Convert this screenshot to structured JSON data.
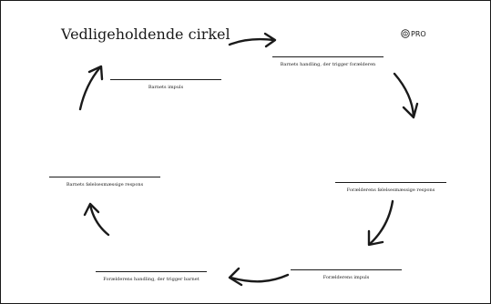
{
  "title": "Vedligeholdende cirkel",
  "logo": {
    "icon": "brain-circle-icon",
    "text": "PRO"
  },
  "cycle_steps": [
    "Barnets impuls",
    "Barnets handling, der trigger forælderen",
    "Forælderens følelsesmæssige respons",
    "Forælderens impuls",
    "Forælderens handling, der trigger barnet",
    "Barnets følelsesmæssige respons"
  ],
  "colors": {
    "ink": "#1a1a1a",
    "background": "#ffffff"
  }
}
